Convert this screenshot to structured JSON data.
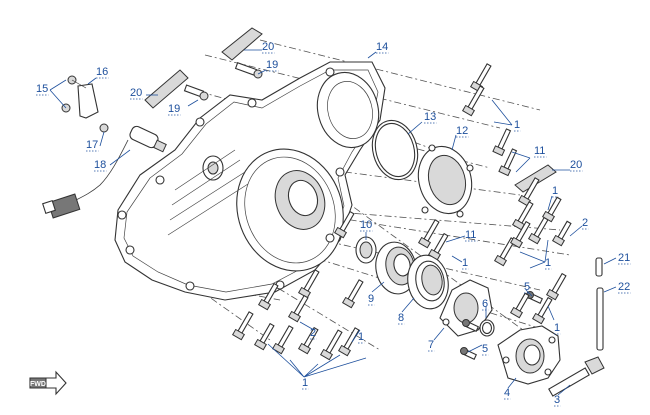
{
  "diagram": {
    "callouts": [
      {
        "id": "c20a",
        "label": "20"
      },
      {
        "id": "c14",
        "label": "14"
      },
      {
        "id": "c19a",
        "label": "19"
      },
      {
        "id": "c16",
        "label": "16"
      },
      {
        "id": "c15",
        "label": "15"
      },
      {
        "id": "c20b",
        "label": "20"
      },
      {
        "id": "c19b",
        "label": "19"
      },
      {
        "id": "c13",
        "label": "13"
      },
      {
        "id": "c12",
        "label": "12"
      },
      {
        "id": "c1a",
        "label": "1"
      },
      {
        "id": "c17",
        "label": "17"
      },
      {
        "id": "c18",
        "label": "18"
      },
      {
        "id": "c11a",
        "label": "11"
      },
      {
        "id": "c20c",
        "label": "20"
      },
      {
        "id": "c1b",
        "label": "1"
      },
      {
        "id": "c2a",
        "label": "2"
      },
      {
        "id": "c10",
        "label": "10"
      },
      {
        "id": "c11b",
        "label": "11"
      },
      {
        "id": "c1c",
        "label": "1"
      },
      {
        "id": "c1d",
        "label": "1"
      },
      {
        "id": "c21",
        "label": "21"
      },
      {
        "id": "c22",
        "label": "22"
      },
      {
        "id": "c5a",
        "label": "5"
      },
      {
        "id": "c9",
        "label": "9"
      },
      {
        "id": "c6",
        "label": "6"
      },
      {
        "id": "c8",
        "label": "8"
      },
      {
        "id": "c1e",
        "label": "1"
      },
      {
        "id": "c2b",
        "label": "2"
      },
      {
        "id": "c1f",
        "label": "1"
      },
      {
        "id": "c7",
        "label": "7"
      },
      {
        "id": "c5b",
        "label": "5"
      },
      {
        "id": "c1g",
        "label": "1"
      },
      {
        "id": "c4",
        "label": "4"
      },
      {
        "id": "c3",
        "label": "3"
      }
    ],
    "accent_color": "#1d4f9c",
    "line_color": "#333333",
    "logo_text": "FWD"
  }
}
